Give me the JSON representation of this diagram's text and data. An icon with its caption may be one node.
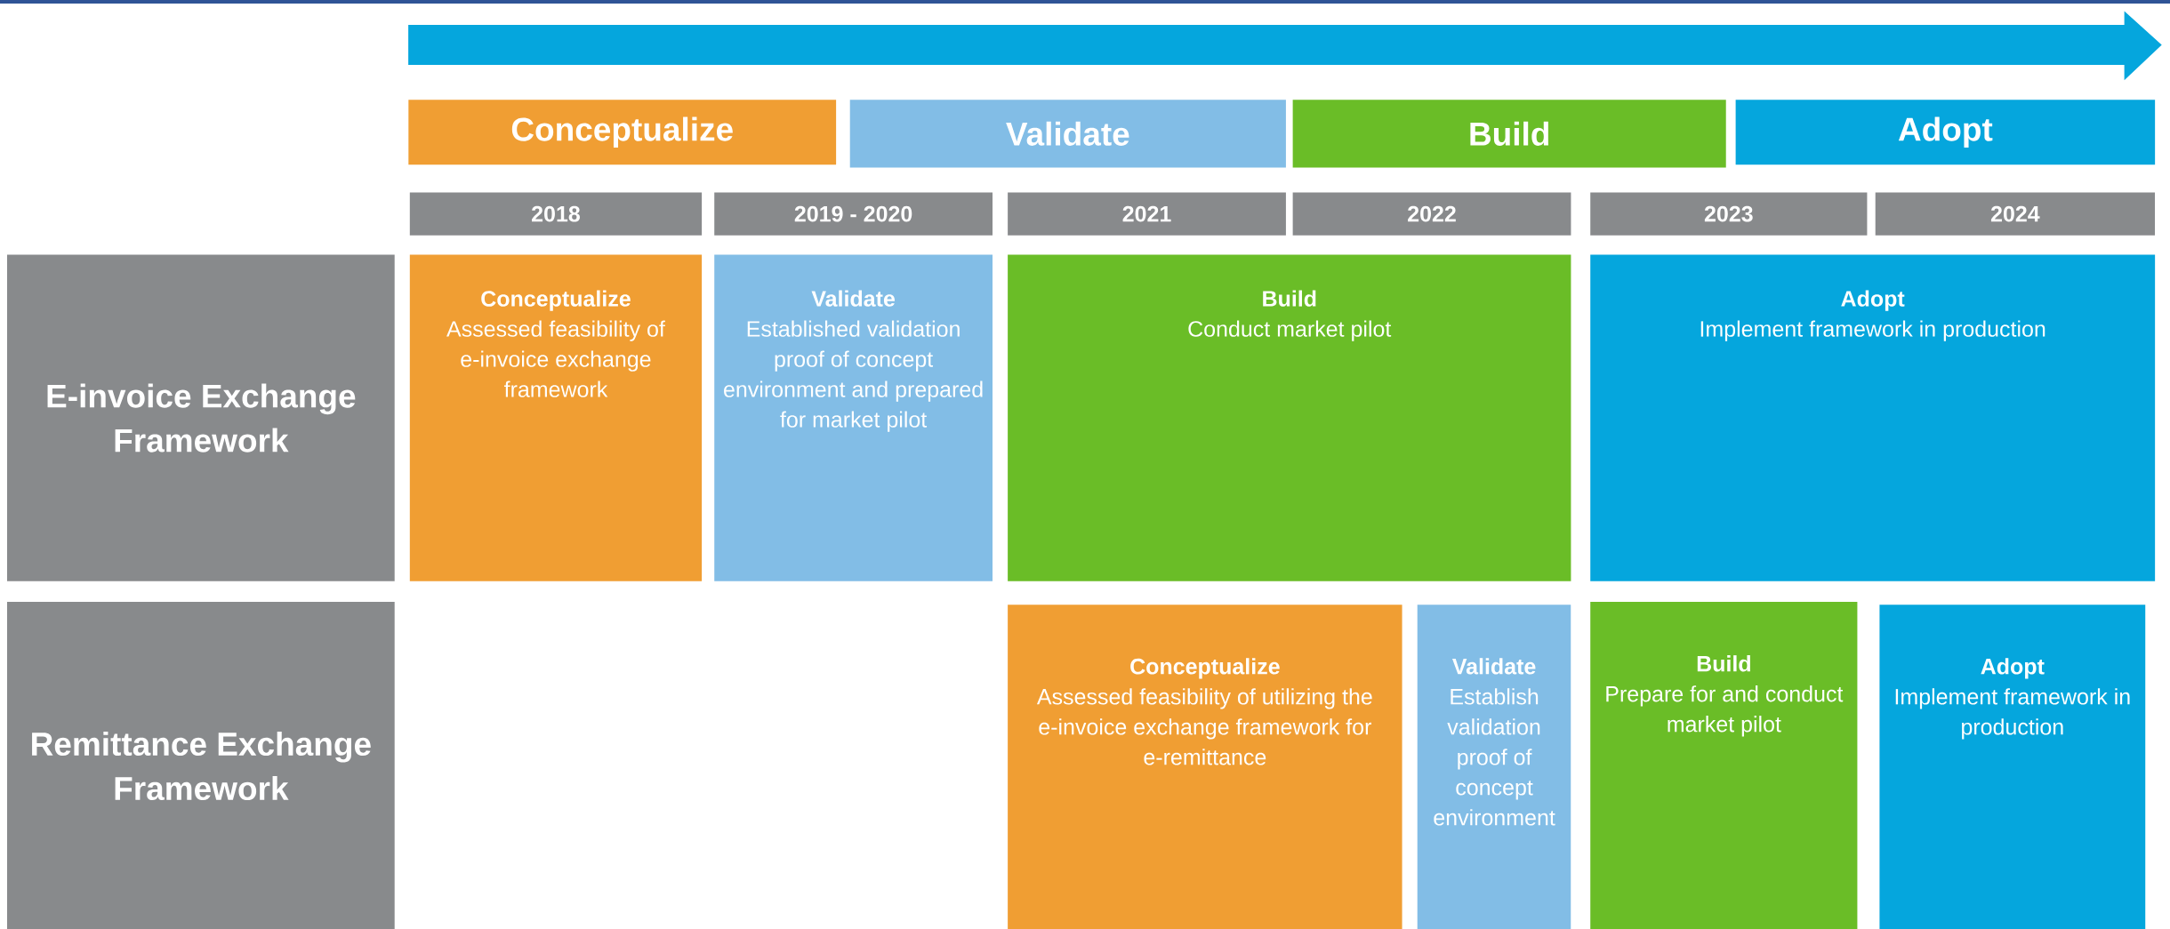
{
  "diagram": {
    "nodes": [
      {
        "text": [
          "Conceptualize"
        ]
      },
      {
        "text": [
          "Validate"
        ]
      },
      {
        "text": [
          "Build"
        ]
      },
      {
        "text": [
          "Adopt"
        ]
      },
      {
        "text": [
          "2018"
        ]
      },
      {
        "text": [
          "2019 - 2020"
        ]
      },
      {
        "text": [
          "2021"
        ]
      },
      {
        "text": [
          "2022"
        ]
      },
      {
        "text": [
          "2023"
        ]
      },
      {
        "text": [
          "2024"
        ]
      },
      {
        "text": [
          "E-invoice Exchange Framework"
        ]
      },
      {
        "text": [
          "Conceptualize",
          "Assessed feasibility of e-invoice exchange framework"
        ]
      },
      {
        "text": [
          "Validate",
          "Established validation proof of concept environment and prepared for market pilot"
        ]
      },
      {
        "text": [
          "Build",
          "Conduct market pilot"
        ]
      },
      {
        "text": [
          "Adopt",
          "Implement framework in production"
        ]
      },
      {
        "text": [
          "Remittance Exchange Framework"
        ]
      },
      {
        "text": [
          "Conceptualize",
          "Assessed feasibility of utilizing the e-invoice exchange framework for e-remittance"
        ]
      },
      {
        "text": [
          "Validate",
          "Establish validation proof of concept environment"
        ]
      },
      {
        "text": [
          "Build",
          "Prepare for and conduct market pilot"
        ]
      },
      {
        "text": [
          "Adopt",
          "Implement framework in production"
        ]
      }
    ],
    "edges": []
  }
}
